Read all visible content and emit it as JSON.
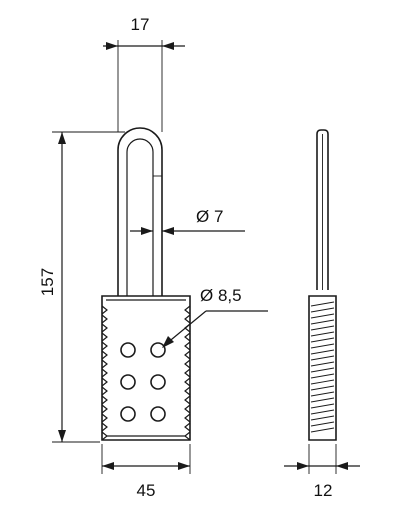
{
  "dimensions": {
    "shackle_width": "17",
    "overall_height": "157",
    "shackle_diameter": "Ø 7",
    "hole_diameter": "Ø 8,5",
    "body_width": "45",
    "body_thickness": "12"
  },
  "colors": {
    "ink": "#1a1a1a",
    "background": "#ffffff"
  },
  "hole_grid": {
    "rows": 3,
    "cols": 2
  }
}
